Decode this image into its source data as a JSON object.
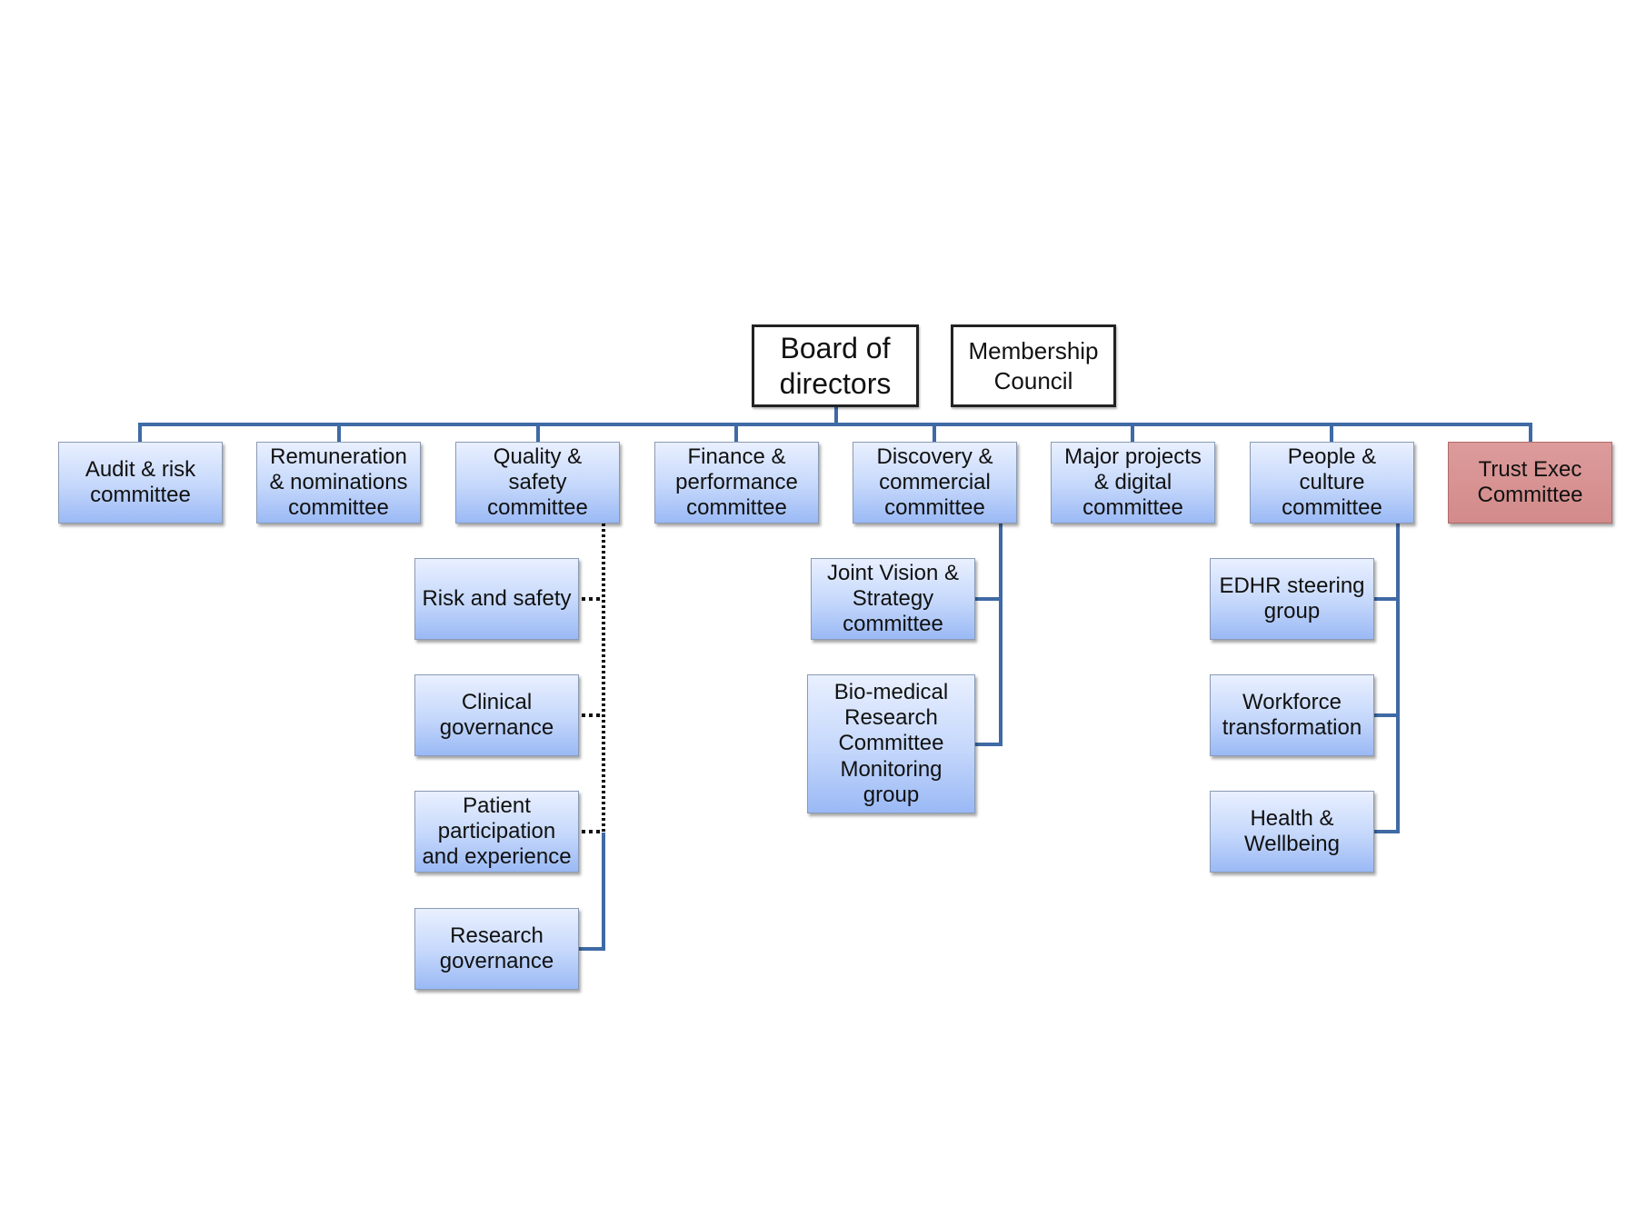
{
  "top": {
    "board": "Board of\ndirectors",
    "council": "Membership\nCouncil"
  },
  "committees": [
    "Audit & risk\ncommittee",
    "Remuneration\n& nominations\ncommittee",
    "Quality &\nsafety\ncommittee",
    "Finance &\nperformance\ncommittee",
    "Discovery &\ncommercial\ncommittee",
    "Major projects\n& digital\ncommittee",
    "People &\nculture\ncommittee",
    "Trust Exec\nCommittee"
  ],
  "quality_subgroups": [
    "Risk and safety",
    "Clinical\ngovernance",
    "Patient\nparticipation\nand experience",
    "Research\ngovernance"
  ],
  "discovery_subgroups": [
    "Joint Vision &\nStrategy\ncommittee",
    "Bio-medical\nResearch\nCommittee\nMonitoring\ngroup"
  ],
  "people_subgroups": [
    "EDHR steering\ngroup",
    "Workforce\ntransformation",
    "Health &\nWellbeing"
  ],
  "colors": {
    "connector": "#3f6aa5",
    "dotted_connector": "#111111",
    "box_fill_top": "#e9f0ff",
    "box_fill_bottom": "#9ab9f5",
    "trust_exec_fill": "#d38a8a"
  }
}
